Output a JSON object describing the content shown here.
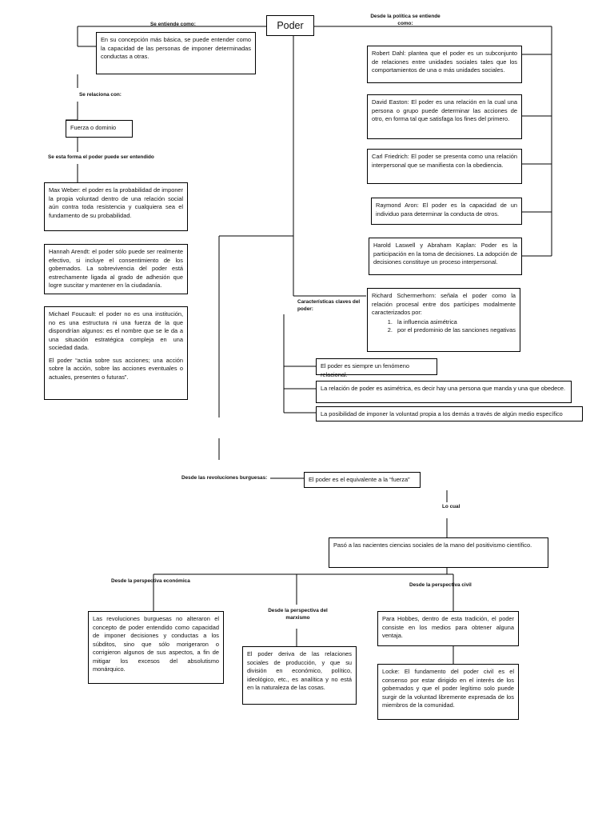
{
  "title": "Poder",
  "labels": {
    "se_entiende": "Se entiende como:",
    "politica": "Desde la política se entiende como:",
    "se_relaciona": "Se relaciona con:",
    "de_esta_forma": "Se esta forma  el poder puede ser entendido",
    "caracteristicas": "Características claves del poder:",
    "revoluciones": "Desde las revoluciones burguesas:",
    "lo_cual": "Lo cual",
    "economica": "Desde la perspectiva económica",
    "marxismo": "Desde la perspectiva del marxismo",
    "civil": "Desde la perspectiva civil"
  },
  "left": {
    "concepcion": "En su concepción más básica, se puede entender como la capacidad de las personas de imponer determinadas conductas a otras.",
    "fuerza": "Fuerza o dominio",
    "weber": "Max Weber: el poder es la probabilidad de imponer la propia voluntad dentro de una relación social aún contra toda resistencia y cualquiera sea el fundamento de su probabilidad.",
    "arendt": "Hannah Arendt: el poder sólo puede ser realmente efectivo, si incluye el consentimiento de los gobernados. La sobrevivencia del poder está estrechamente ligada al grado de adhesión que logre suscitar y mantener en la ciudadanía.",
    "foucault_1": "Michael Foucault: el poder no es una institución, no es una estructura ni una fuerza de la que dispondrían algunos: es el nombre que se le da a una situación estratégica compleja en una sociedad dada.",
    "foucault_2": "El poder “actúa sobre sus acciones; una acción sobre la acción, sobre las acciones eventuales o actuales, presentes o futuras”."
  },
  "right": {
    "dahl": "Robert Dahl: plantea que el poder es un subconjunto de relaciones entre unidades sociales tales que los comportamientos de una o más unidades sociales.",
    "easton": "David Easton: El poder es una relación en la cual una persona o grupo puede determinar las acciones de otro, en forma tal que satisfaga los fines del primero.",
    "friedrich": "Carl Friedrich: El poder se presenta como una relación interpersonal que se manifiesta con la obediencia.",
    "aron": "Raymond Aron: El poder es la capacidad de un individuo para determinar la conducta de otros.",
    "lasswell": "Harold Laswell y Abraham Kaplan: Poder es la participación en la toma de decisiones. La adopción de decisiones constituye un proceso interpersonal.",
    "schermerhorn": "Richard Schermerhorn: señala el poder como la relación procesal entre dos partícipes modalmente caracterizados por:",
    "schermerhorn_items": [
      "la influencia asimétrica",
      "por el predominio de las sanciones negativas"
    ]
  },
  "caracteristicas": {
    "c1": "El poder es siempre un fenómeno relacional.",
    "c2": "La relación de poder es asimétrica, es decir hay una persona que  manda y una que obedece.",
    "c3": "La posibilidad de imponer la voluntad propia a los demás a través de algún medio específico"
  },
  "bottom": {
    "equivalente": "El poder es el equivalente a la “fuerza”",
    "positivismo": "Pasó a las nacientes ciencias sociales de la mano del positivismo científico.",
    "economica": "Las revoluciones burguesas no alteraron el concepto de poder entendido como capacidad de imponer decisiones y conductas a los súbditos, sino que sólo morigeraron o corrigieron algunos de sus aspectos, a fin de mitigar los excesos del absolutismo monárquico.",
    "marxismo": "El poder deriva de las relaciones sociales de producción, y que su división en económico, político, ideológico, etc., es analítica y no está en la naturaleza de las cosas.",
    "hobbes": "Para Hobbes, dentro de esta tradición, el poder consiste en los medios para obtener alguna ventaja.",
    "locke": "Locke: El fundamento del poder civil es el consenso por estar dirigido en el interés de los gobernados y que el poder legítimo solo puede surgir de la voluntad libremente expresada de los miembros de la comunidad."
  }
}
